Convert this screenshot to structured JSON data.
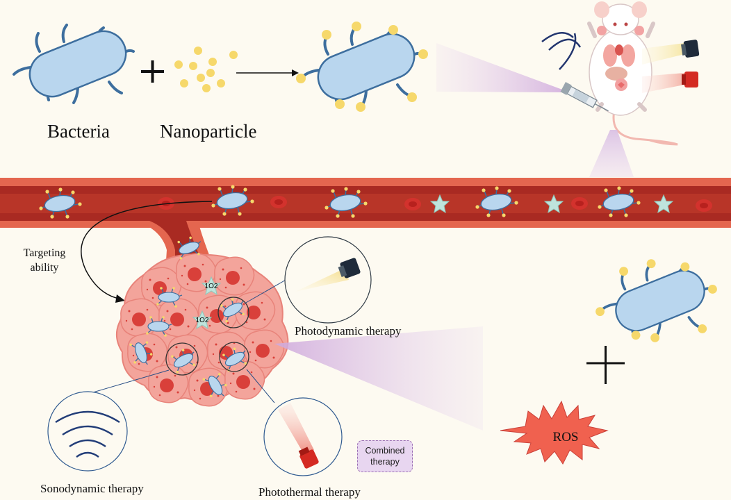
{
  "labels": {
    "bacteria": "Bacteria",
    "nanoparticle": "Nanoparticle",
    "targeting_line1": "Targeting",
    "targeting_line2": "ability",
    "photodynamic": "Photodynamic therapy",
    "sonodynamic": "Sonodynamic therapy",
    "photothermal": "Photothermal therapy",
    "combined_line1": "Combined",
    "combined_line2": "therapy",
    "ros": "ROS",
    "singlet_oxygen": "1O2"
  },
  "colors": {
    "bacteria_fill": "#b9d6ee",
    "flagella": "#3d6e9e",
    "nanoparticle": "#f6d86b",
    "vessel_outer": "#e4664f",
    "vessel_inner": "#a92a22",
    "tumor_cell": "#f3a49b",
    "nucleus": "#d9403a",
    "ros_fill": "#f0614f",
    "light_beam": "#dcc3e6",
    "star": "#bfe4dc",
    "combined_badge": "#e8d6f0"
  },
  "icons": [
    "bacterium-icon",
    "plus-icon",
    "arrow-icon",
    "mouse-icon",
    "ultrasound-wave-icon",
    "laser-dark-icon",
    "laser-red-icon",
    "syringe-icon",
    "red-blood-cell-icon",
    "star-icon",
    "tumor-icon"
  ]
}
